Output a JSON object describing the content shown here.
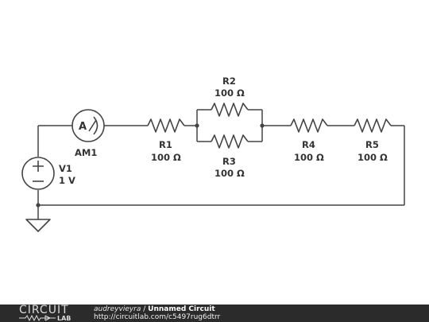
{
  "components": {
    "ammeter": {
      "name": "AM1",
      "symbol": "A"
    },
    "source": {
      "name": "V1",
      "value": "1 V"
    },
    "r1": {
      "name": "R1",
      "value": "100 Ω"
    },
    "r2": {
      "name": "R2",
      "value": "100 Ω"
    },
    "r3": {
      "name": "R3",
      "value": "100 Ω"
    },
    "r4": {
      "name": "R4",
      "value": "100 Ω"
    },
    "r5": {
      "name": "R5",
      "value": "100 Ω"
    }
  },
  "footer": {
    "logo_top": "CIRCUIT",
    "logo_bottom": "LAB",
    "author": "audreyvieyra",
    "separator": " / ",
    "circuit_title": "Unnamed Circuit",
    "url": "http://circuitlab.com/c5497rug6dtrr"
  },
  "colors": {
    "wire": "#444444",
    "footer_bg": "#2b2b2b"
  }
}
